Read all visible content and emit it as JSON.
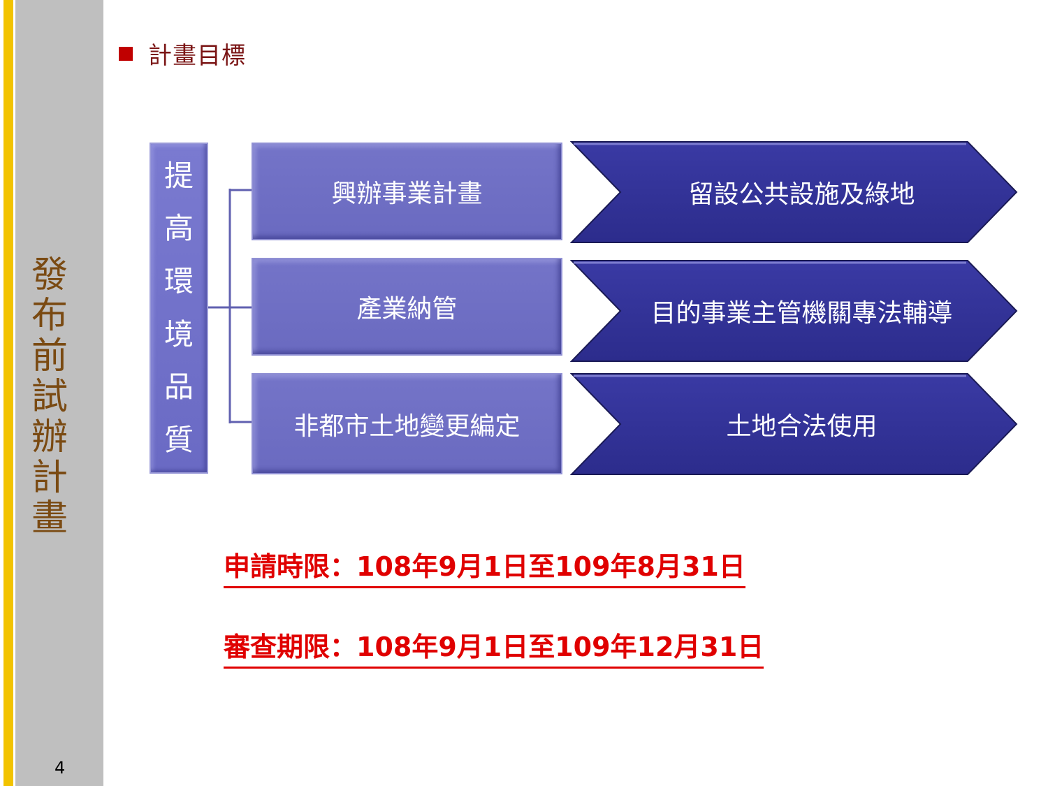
{
  "sidebar": {
    "title_chars": [
      "發",
      "布",
      "前",
      "試",
      "辦",
      "計",
      "畫"
    ],
    "page_number": "4"
  },
  "header": {
    "section_title": "計畫目標"
  },
  "goal": {
    "chars": [
      "提",
      "高",
      "環",
      "境",
      "品",
      "質"
    ]
  },
  "rows": [
    {
      "process": "興辦事業計畫",
      "outcome": "留設公共設施及綠地"
    },
    {
      "process": "產業納管",
      "outcome": "目的事業主管機關專法輔導"
    },
    {
      "process": "非都市土地變更編定",
      "outcome": "土地合法使用"
    }
  ],
  "deadlines": {
    "application": "申請時限：108年9月1日至109年8月31日",
    "review": "審查期限：108年9月1日至109年12月31日"
  },
  "colors": {
    "accent_yellow": "#f2c300",
    "sidebar_gray": "#bfbfbf",
    "box_purple": "#6a6ac4",
    "chevron_navy": "#333399",
    "deadline_red": "#e00000",
    "bullet_red": "#c00000"
  }
}
